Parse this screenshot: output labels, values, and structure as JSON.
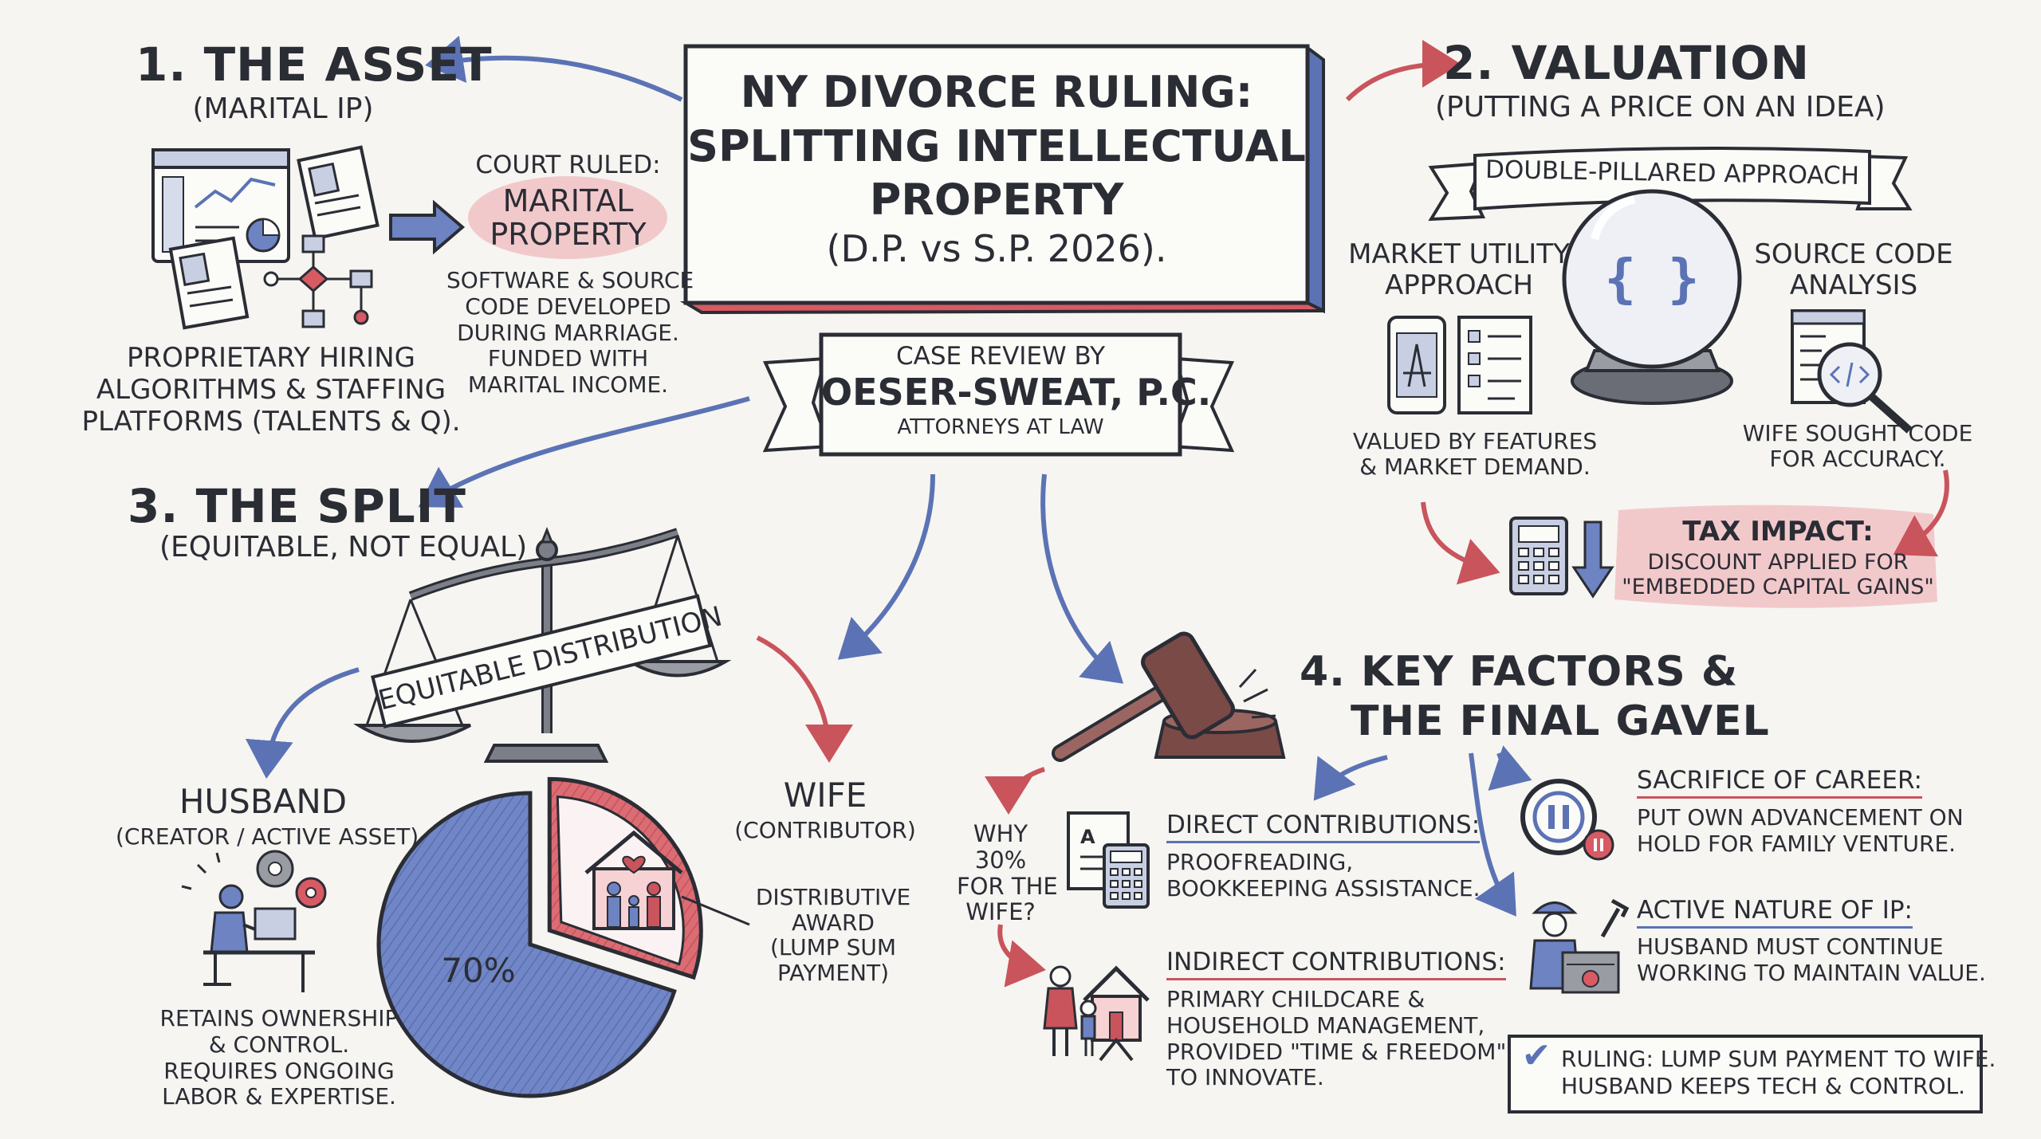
{
  "title": {
    "line1": "NY DIVORCE RULING:",
    "line2": "SPLITTING INTELLECTUAL",
    "line3": "PROPERTY",
    "line4": "(D.P. vs S.P. 2026)."
  },
  "review_banner": {
    "line1": "CASE REVIEW BY",
    "firm": "OESER-SWEAT, P.C.",
    "line3": "ATTORNEYS AT LAW"
  },
  "asset": {
    "heading": "1. THE ASSET",
    "sub": "(MARITAL IP)",
    "court_ruled": "COURT RULED:",
    "ruling_l1": "MARITAL",
    "ruling_l2": "PROPERTY",
    "desc": [
      "SOFTWARE & SOURCE",
      "CODE DEVELOPED",
      "DURING MARRIAGE.",
      "FUNDED WITH",
      "MARITAL INCOME."
    ],
    "platforms": [
      "PROPRIETARY HIRING",
      "ALGORITHMS & STAFFING",
      "PLATFORMS (TALENTS & Q)."
    ]
  },
  "valuation": {
    "heading": "2. VALUATION",
    "sub": "(PUTTING A PRICE ON AN IDEA)",
    "banner": "DOUBLE-PILLARED APPROACH",
    "market_l1": "MARKET UTILITY",
    "market_l2": "APPROACH",
    "source_l1": "SOURCE CODE",
    "source_l2": "ANALYSIS",
    "market_note": [
      "VALUED BY FEATURES",
      "& MARKET DEMAND."
    ],
    "source_note": [
      "WIFE SOUGHT CODE",
      "FOR ACCURACY."
    ],
    "tax_heading": "TAX IMPACT:",
    "tax_l1": "DISCOUNT APPLIED FOR",
    "tax_l2": "\"EMBEDDED CAPITAL GAINS\"",
    "crystal_symbol": "{ }"
  },
  "split": {
    "heading": "3. THE SPLIT",
    "sub": "(EQUITABLE, NOT EQUAL)",
    "scale_banner": "EQUITABLE DISTRIBUTION",
    "husband": "HUSBAND",
    "husband_sub": "(CREATOR / ACTIVE ASSET)",
    "wife": "WIFE",
    "wife_sub": "(CONTRIBUTOR)",
    "award": [
      "DISTRIBUTIVE",
      "AWARD",
      "(LUMP SUM",
      "PAYMENT)"
    ],
    "retains": [
      "RETAINS OWNERSHIP",
      "& CONTROL.",
      "REQUIRES ONGOING",
      "LABOR & EXPERTISE."
    ]
  },
  "chart_data": {
    "type": "pie",
    "labels": [
      "",
      ""
    ],
    "values": [
      70,
      30
    ],
    "data_labels": [
      "70%",
      ""
    ],
    "colors": [
      "#6d83c2",
      "#d9646c"
    ]
  },
  "factors": {
    "heading_l1": "4. KEY FACTORS &",
    "heading_l2": "THE FINAL GAVEL",
    "why": [
      "WHY",
      "30%",
      "FOR THE",
      "WIFE?"
    ],
    "direct_heading": "DIRECT CONTRIBUTIONS:",
    "direct": [
      "PROOFREADING,",
      "BOOKKEEPING ASSISTANCE."
    ],
    "indirect_heading": "INDIRECT CONTRIBUTIONS:",
    "indirect": [
      "PRIMARY CHILDCARE &",
      "HOUSEHOLD MANAGEMENT,",
      "PROVIDED \"TIME & FREEDOM\"",
      "TO INNOVATE."
    ],
    "sacrifice_heading": "SACRIFICE OF CAREER:",
    "sacrifice": [
      "PUT OWN ADVANCEMENT ON",
      "HOLD FOR FAMILY VENTURE."
    ],
    "active_heading": "ACTIVE NATURE OF IP:",
    "active": [
      "HUSBAND MUST CONTINUE",
      "WORKING TO MAINTAIN VALUE."
    ],
    "ruling": [
      "RULING: LUMP SUM PAYMENT TO WIFE.",
      "HUSBAND KEEPS TECH & CONTROL."
    ],
    "check_symbol": "✔"
  },
  "colors": {
    "ink": "#2b2d35",
    "blue": "#5b73b5",
    "red": "#c9545c",
    "pink_highlight": "#f2c9cb",
    "paper": "#f6f5f1"
  }
}
